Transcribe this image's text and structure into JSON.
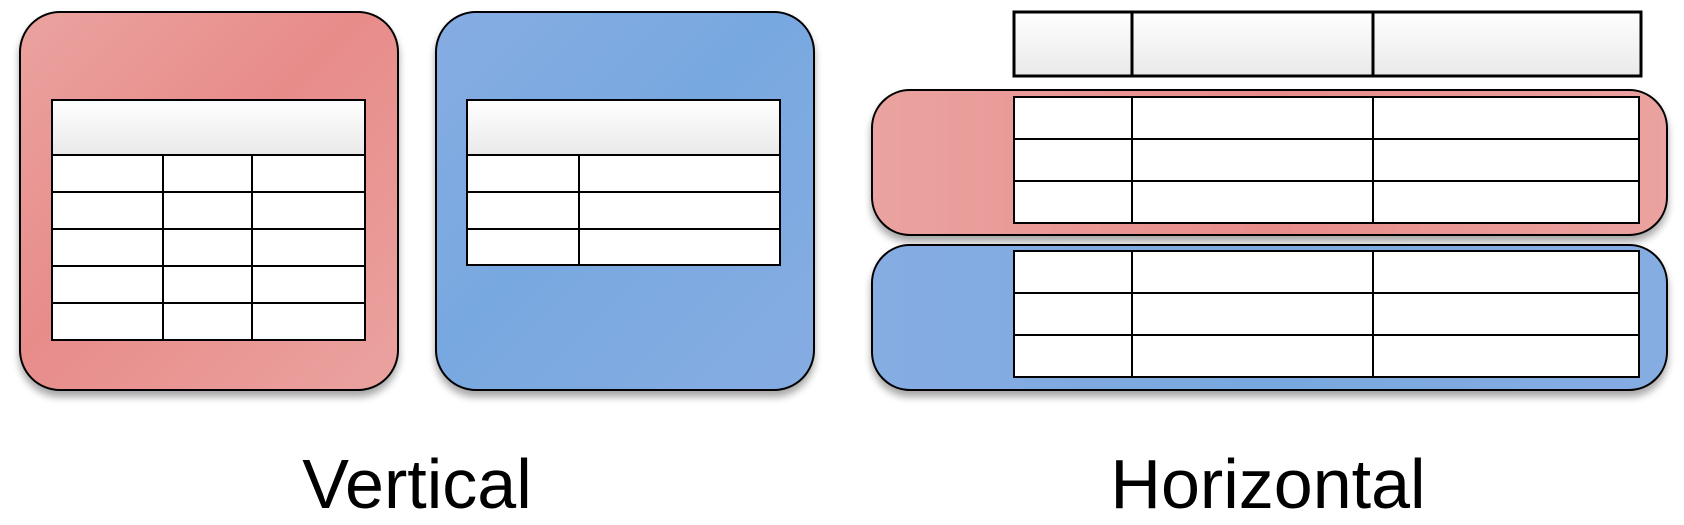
{
  "labels": {
    "vertical": "Vertical",
    "horizontal": "Horizontal"
  },
  "colors": {
    "partition_a": "#e88c8a",
    "partition_a_light": "#eaa3a0",
    "partition_b": "#78a8e0",
    "partition_b_light": "#86ade2",
    "header_top": "#ffffff",
    "header_bottom": "#ececec",
    "cell": "#ffffff",
    "stroke": "#000000"
  },
  "vertical": {
    "partition_a": {
      "header_rows": 1,
      "data_rows": 5,
      "columns": 3
    },
    "partition_b": {
      "header_rows": 1,
      "data_rows": 3,
      "columns": 2
    }
  },
  "horizontal": {
    "header_columns": 3,
    "partitions": [
      {
        "name": "partition_a",
        "rows": 3,
        "columns": 3
      },
      {
        "name": "partition_b",
        "rows": 3,
        "columns": 3
      }
    ]
  }
}
